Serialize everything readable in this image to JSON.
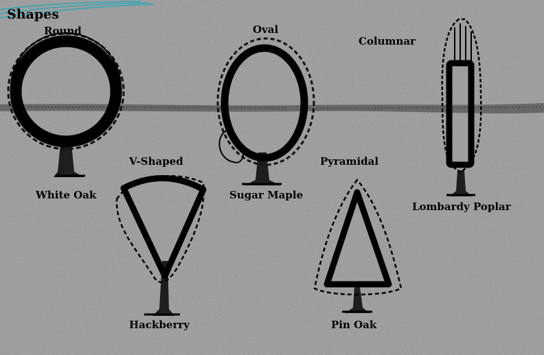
{
  "title": "Shapes",
  "shapes": [
    {
      "shape": "Round",
      "tree": "White Oak"
    },
    {
      "shape": "Oval",
      "tree": "Sugar Maple"
    },
    {
      "shape": "Columnar",
      "tree": "Lombardy Poplar"
    },
    {
      "shape": "V-Shaped",
      "tree": "Hackberry"
    },
    {
      "shape": "Pyramidal",
      "tree": "Pin Oak"
    }
  ],
  "colors": {
    "background": "#a2a2a2",
    "ink": "#000000",
    "decor": "#2aa7b5"
  }
}
